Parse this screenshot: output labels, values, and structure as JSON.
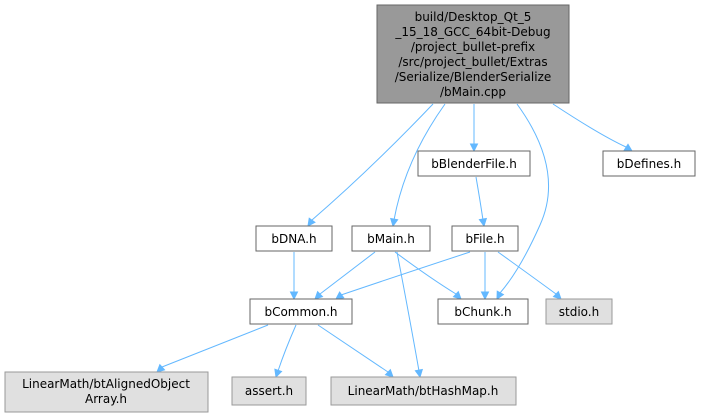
{
  "graph": {
    "root": {
      "lines": [
        "build/Desktop_Qt_5",
        "_15_18_GCC_64bit-Debug",
        "/project_bullet-prefix",
        "/src/project_bullet/Extras",
        "/Serialize/BlenderSerialize",
        "/bMain.cpp"
      ]
    },
    "nodes": {
      "bBlenderFile": "bBlenderFile.h",
      "bDefines": "bDefines.h",
      "bDNA": "bDNA.h",
      "bMain": "bMain.h",
      "bFile": "bFile.h",
      "bCommon": "bCommon.h",
      "bChunk": "bChunk.h",
      "stdio": "stdio.h",
      "btAlignedObjectArray": [
        "LinearMath/btAlignedObject",
        "Array.h"
      ],
      "assert": "assert.h",
      "btHashMap": "LinearMath/btHashMap.h"
    },
    "edges": [
      [
        "root",
        "bDNA"
      ],
      [
        "root",
        "bMain"
      ],
      [
        "root",
        "bBlenderFile"
      ],
      [
        "root",
        "bChunk"
      ],
      [
        "root",
        "bDefines"
      ],
      [
        "bBlenderFile",
        "bFile"
      ],
      [
        "bDNA",
        "bCommon"
      ],
      [
        "bMain",
        "bCommon"
      ],
      [
        "bMain",
        "bChunk"
      ],
      [
        "bMain",
        "btHashMap"
      ],
      [
        "bFile",
        "bCommon"
      ],
      [
        "bFile",
        "bChunk"
      ],
      [
        "bFile",
        "stdio"
      ],
      [
        "bCommon",
        "btAlignedObjectArray"
      ],
      [
        "bCommon",
        "assert"
      ],
      [
        "bCommon",
        "btHashMap"
      ]
    ],
    "colors": {
      "edge": "#63b8ff",
      "root_fill": "#999999",
      "external_fill": "#e0e0e0"
    }
  }
}
